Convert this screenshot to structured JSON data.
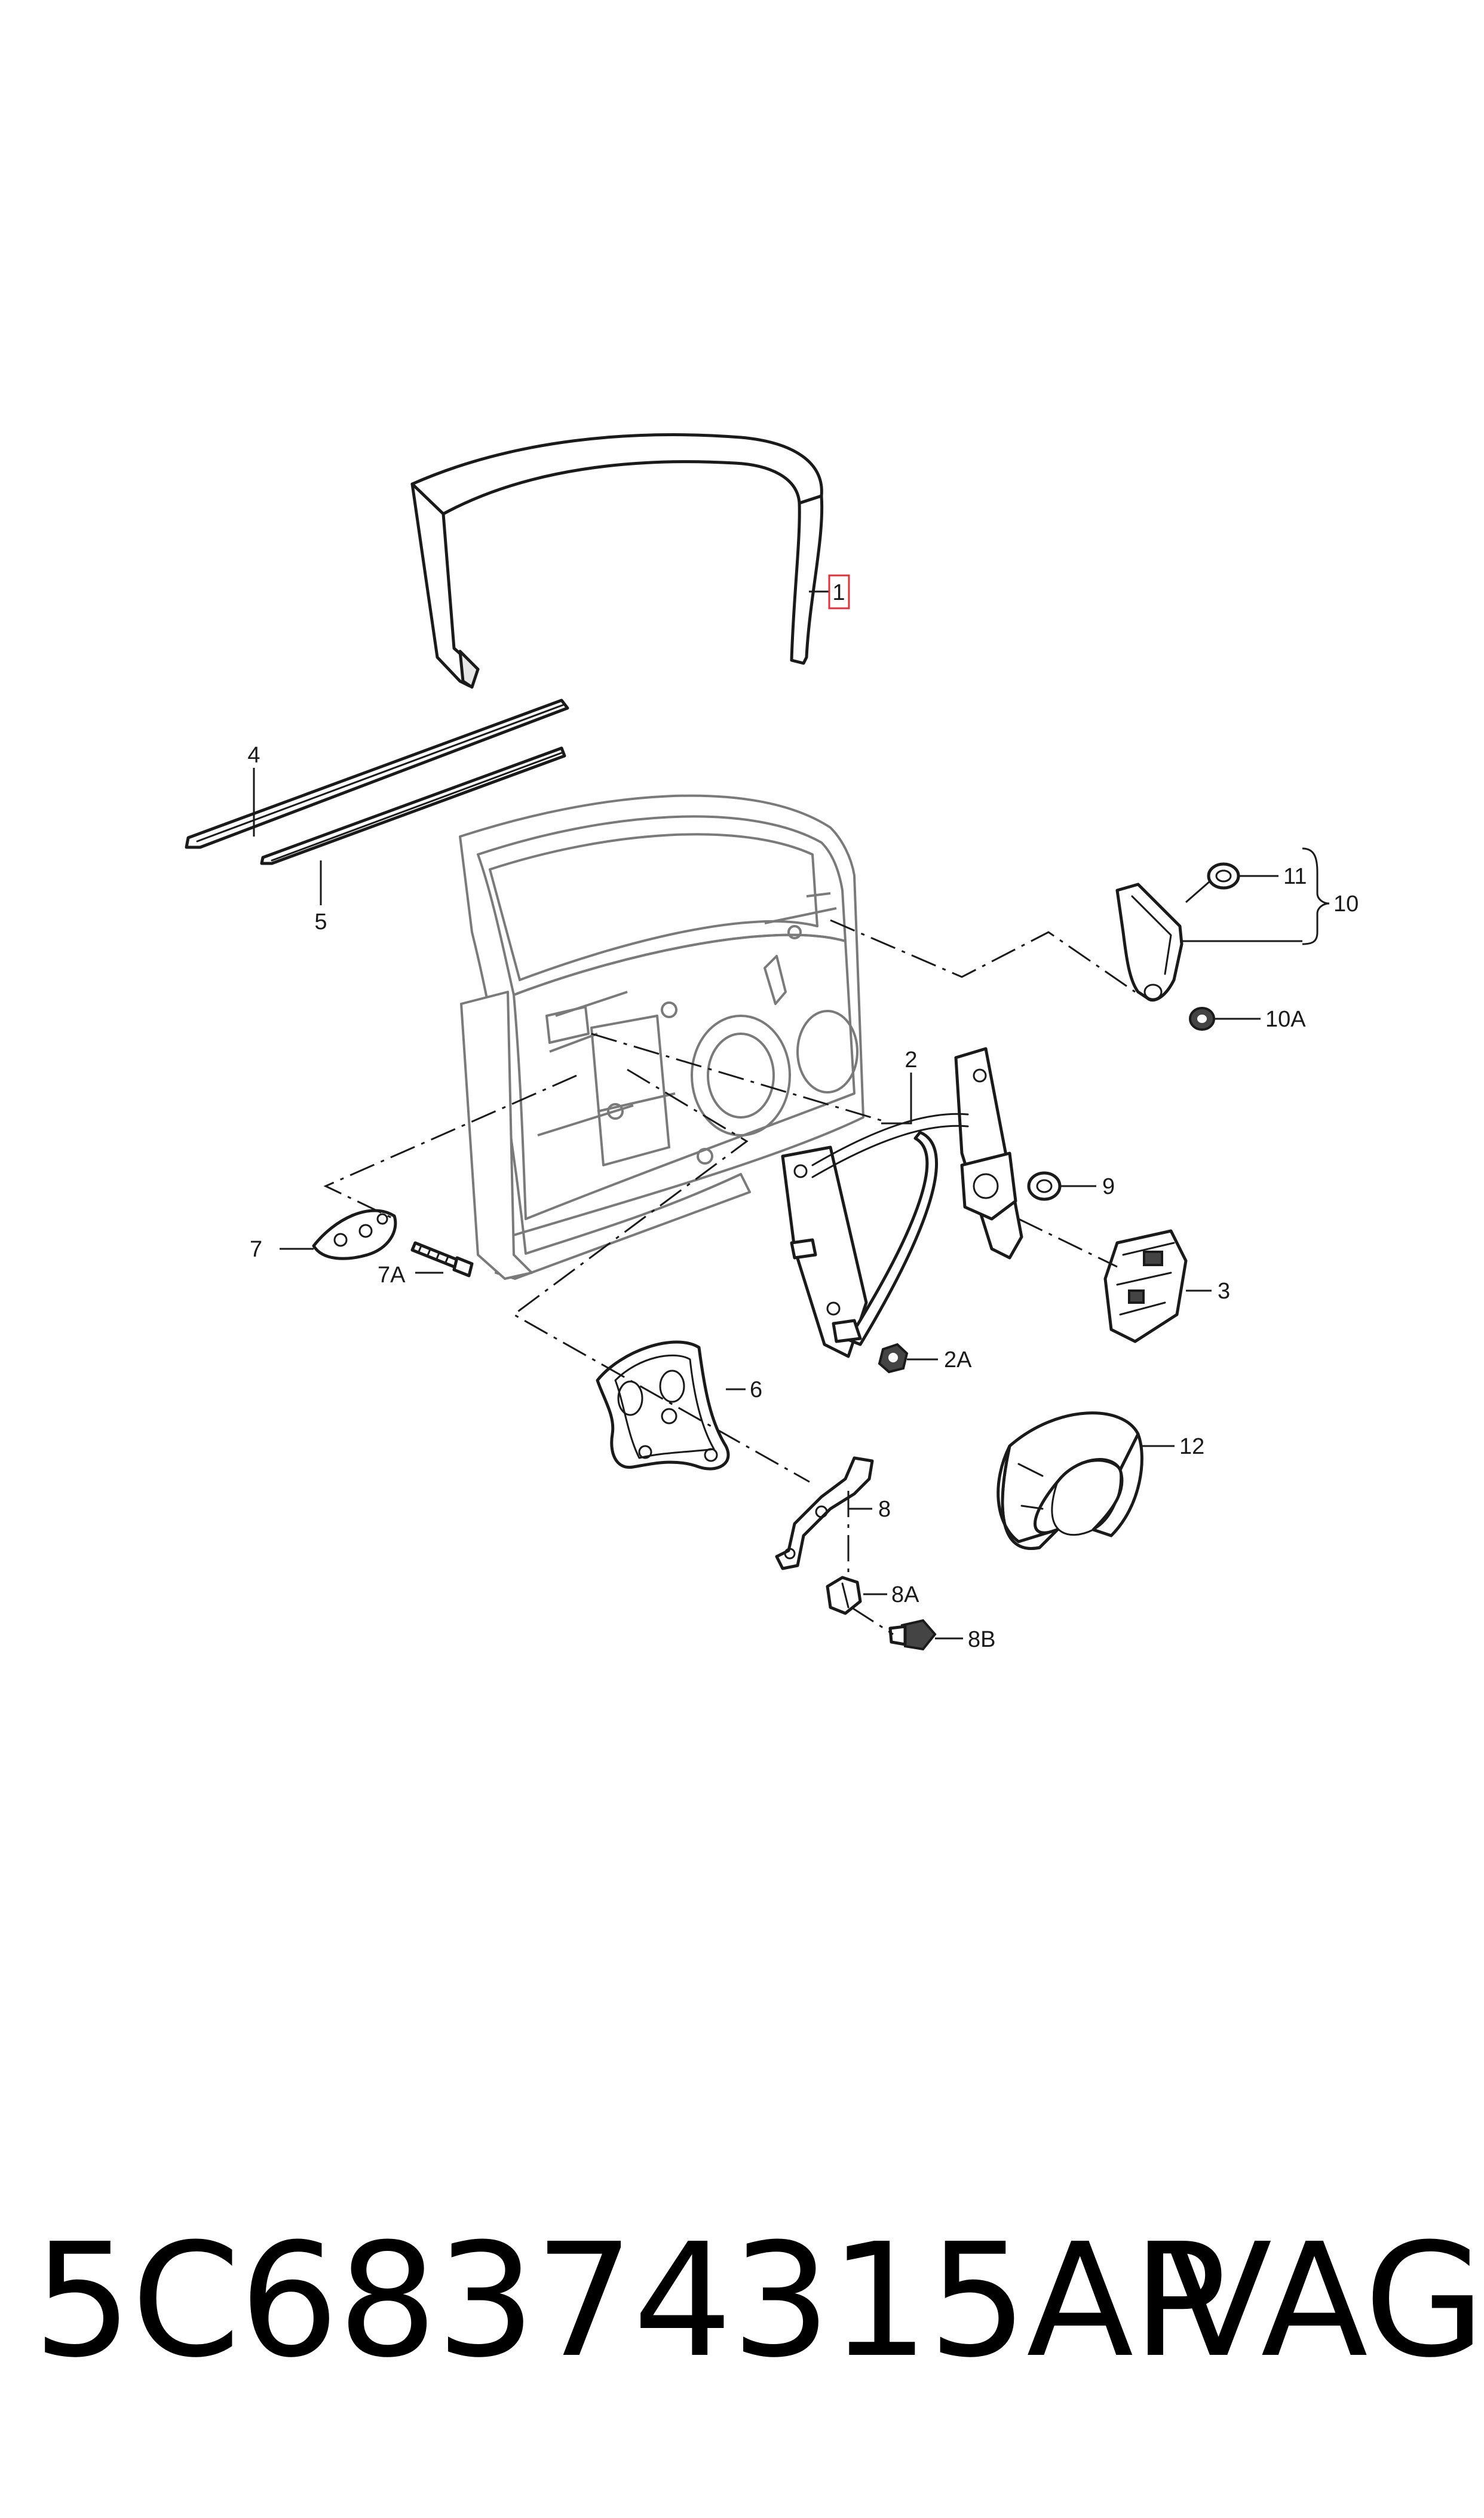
{
  "diagram": {
    "callouts": {
      "c1": "1",
      "c2": "2",
      "c2a": "2A",
      "c3": "3",
      "c4": "4",
      "c5": "5",
      "c6": "6",
      "c7": "7",
      "c7a": "7A",
      "c8": "8",
      "c8a": "8A",
      "c8b": "8B",
      "c9": "9",
      "c10": "10",
      "c10a": "10A",
      "c11": "11",
      "c12": "12"
    },
    "highlighted_callout": "1",
    "highlight_color": "#e0323c"
  },
  "footer": {
    "part_number": "5C68374315AP",
    "brand": "VAG"
  }
}
